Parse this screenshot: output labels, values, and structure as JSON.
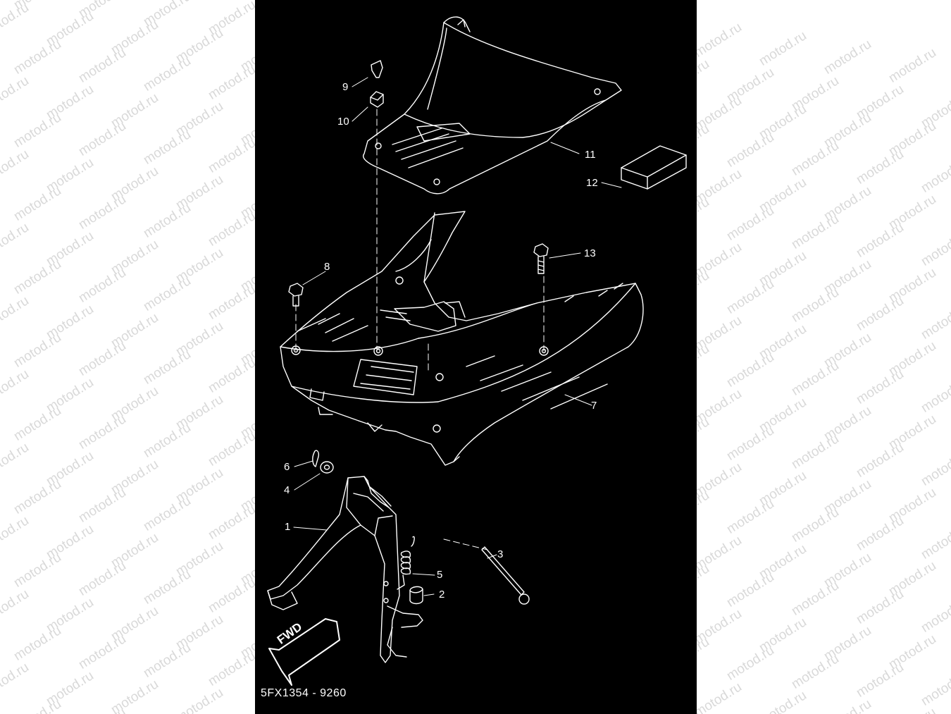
{
  "watermark": {
    "text": "motod.ru"
  },
  "diagram": {
    "part_code": "5FX1354 - 9260",
    "fwd_label": "FWD",
    "callouts": [
      "1",
      "2",
      "3",
      "4",
      "5",
      "6",
      "7",
      "8",
      "9",
      "10",
      "11",
      "12",
      "13"
    ],
    "colors": {
      "background": "#000000",
      "lines": "#ffffff",
      "watermark": "#d9d9d9"
    }
  }
}
